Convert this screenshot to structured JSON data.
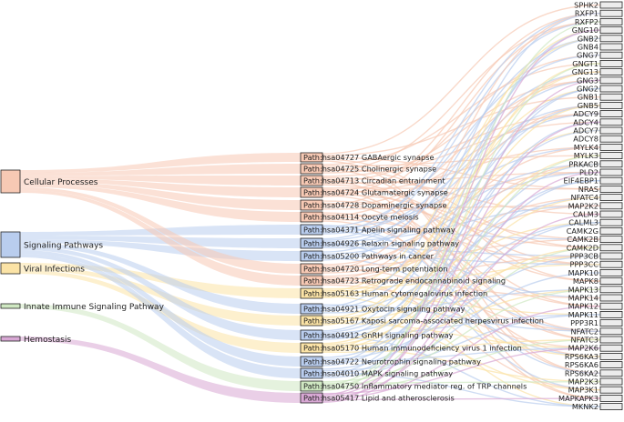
{
  "colors": {
    "cellular": "#f7c9b4",
    "signaling": "#b9cdee",
    "viral": "#fbe3a6",
    "innate": "#cfe8c2",
    "hemostasis": "#d8a8d4",
    "pathway_box_fill": "#fde4d2",
    "stroke": "#222222",
    "text": "#222222"
  },
  "categories": [
    {
      "label": "Cellular Processes",
      "color": "#f7c9b4"
    },
    {
      "label": "Signaling Pathways",
      "color": "#b9cdee"
    },
    {
      "label": "Viral Infections",
      "color": "#fbe3a6"
    },
    {
      "label": "Innate Immune Signaling Pathway",
      "color": "#cfe8c2"
    },
    {
      "label": "Hemostasis",
      "color": "#d8a8d4"
    }
  ],
  "pathways": [
    {
      "label": "Path:hsa04727 GABAergic synapse",
      "cat": 0
    },
    {
      "label": "Path:hsa04725 Cholinergic synapse",
      "cat": 0
    },
    {
      "label": "Path:hsa04713 Circadian entrainment",
      "cat": 0
    },
    {
      "label": "Path:hsa04724 Glutamatergic synapse",
      "cat": 0
    },
    {
      "label": "Path:hsa04728 Dopaminergic synapse",
      "cat": 0
    },
    {
      "label": "Path:hsa04114 Oocyte meiosis",
      "cat": 0
    },
    {
      "label": "Path:hsa04371 Apelin signaling pathway",
      "cat": 1
    },
    {
      "label": "Path:hsa04926 Relaxin signaling pathway",
      "cat": 1
    },
    {
      "label": "Path:hsa05200 Pathways in cancer",
      "cat": 1
    },
    {
      "label": "Path:hsa04720 Long-term potentiation",
      "cat": 0
    },
    {
      "label": "Path:hsa04723 Retrograde endocannabinoid signaling",
      "cat": 0
    },
    {
      "label": "Path:hsa05163 Human cytomegalovirus infection",
      "cat": 2
    },
    {
      "label": "Path:hsa04921 Oxytocin signaling pathway",
      "cat": 1
    },
    {
      "label": "Path:hsa05167 Kaposi sarcoma-associated herpesvirus infection",
      "cat": 2
    },
    {
      "label": "Path:hsa04912 GnRH signaling pathway",
      "cat": 1
    },
    {
      "label": "Path:hsa05170 Human immunodeficiency virus 1 infection",
      "cat": 2
    },
    {
      "label": "Path:hsa04722 Neurotrophin signaling pathway",
      "cat": 1
    },
    {
      "label": "Path:hsa04010 MAPK signaling pathway",
      "cat": 1
    },
    {
      "label": "Path:hsa04750 Inflammatory mediator reg. of TRP channels",
      "cat": 3
    },
    {
      "label": "Path:hsa05417 Lipid and atherosclerosis",
      "cat": 4
    }
  ],
  "genes": [
    "SPHK2",
    "RXFP1",
    "RXFP2",
    "GNG10",
    "GNB2",
    "GNB4",
    "GNG7",
    "GNGT1",
    "GNG13",
    "GNG3",
    "GNG2",
    "GNB1",
    "GNB5",
    "ADCY9",
    "ADCY4",
    "ADCY7",
    "ADCY8",
    "MYLK4",
    "MYLK3",
    "PRKACB",
    "PLD2",
    "EIF4EBP1",
    "NRAS",
    "NFATC4",
    "MAP2K2",
    "CALM3",
    "CALML3",
    "CAMK2G",
    "CAMK2B",
    "CAMK2D",
    "PPP3CB",
    "PPP3CC",
    "MAPK10",
    "MAPK8",
    "MAPK13",
    "MAPK14",
    "MAPK12",
    "MAPK11",
    "PPP3R1",
    "NFATC2",
    "NFATC3",
    "MAP2K6",
    "RPS6KA3",
    "RPS6KA6",
    "RPS6KA2",
    "MAP2K3",
    "MAP3K1",
    "MAPKAPK3",
    "MKNK2"
  ]
}
